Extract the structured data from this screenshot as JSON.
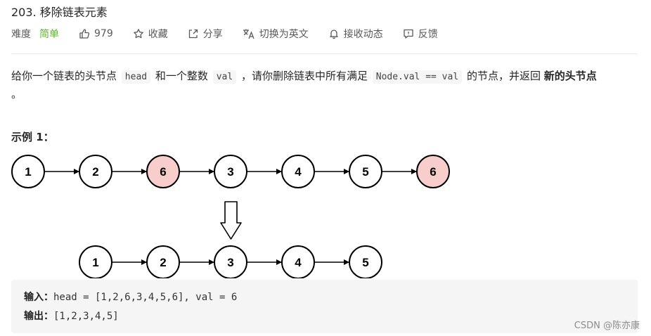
{
  "problem": {
    "title": "203. 移除链表元素",
    "difficulty_label": "难度",
    "difficulty_value": "简单",
    "likes": "979",
    "favorite_label": "收藏",
    "share_label": "分享",
    "switch_lang_label": "切换为英文",
    "subscribe_label": "接收动态",
    "feedback_label": "反馈"
  },
  "description": {
    "part1": "给你一个链表的头节点",
    "code1": "head",
    "part2": "和一个整数",
    "code2": "val",
    "part3": "，请你删除链表中所有满足",
    "code3": "Node.val == val",
    "part4": "的节点，并返回",
    "bold": "新的头节点",
    "part5": "。"
  },
  "example": {
    "title": "示例 1：",
    "input_label": "输入：",
    "input_value": "head = [1,2,6,3,4,5,6], val = 6",
    "output_label": "输出：",
    "output_value": "[1,2,3,4,5]"
  },
  "diagram": {
    "before": [
      {
        "label": "1",
        "removed": false
      },
      {
        "label": "2",
        "removed": false
      },
      {
        "label": "6",
        "removed": true
      },
      {
        "label": "3",
        "removed": false
      },
      {
        "label": "4",
        "removed": false
      },
      {
        "label": "5",
        "removed": false
      },
      {
        "label": "6",
        "removed": true
      }
    ],
    "after": [
      "1",
      "2",
      "3",
      "4",
      "5"
    ],
    "removed_color": "#f8cecc"
  },
  "watermark": "CSDN @陈亦康"
}
